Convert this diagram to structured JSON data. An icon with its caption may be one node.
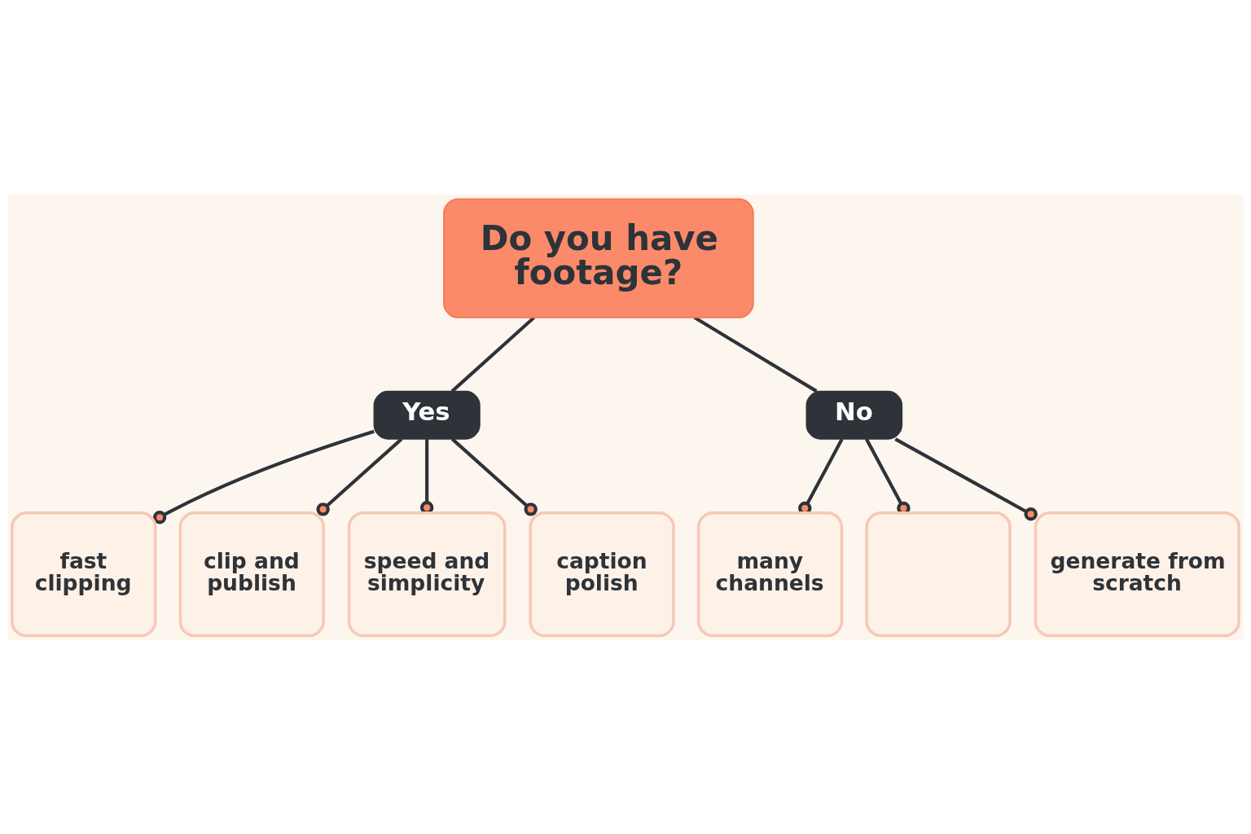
{
  "diagram": {
    "nodes": [
      {
        "text": [
          "Do you have footage?"
        ]
      },
      {
        "text": [
          "Yes"
        ]
      },
      {
        "text": [
          "No"
        ]
      },
      {
        "text": [
          "fast clipping"
        ]
      },
      {
        "text": [
          "clip and publish"
        ]
      },
      {
        "text": [
          "speed and simplicity"
        ]
      },
      {
        "text": [
          "caption polish"
        ]
      },
      {
        "text": [
          "many channels"
        ]
      },
      {
        "text": [],
        "shape": "box"
      },
      {
        "text": [
          "generate from scratch"
        ]
      }
    ],
    "edges": [
      {
        "from": 0,
        "to": 1,
        "arrow": "none"
      },
      {
        "from": 0,
        "to": 2,
        "arrow": "none"
      },
      {
        "from": 1,
        "to": 3,
        "arrow": "other"
      },
      {
        "from": 1,
        "to": 4,
        "arrow": "other"
      },
      {
        "from": 1,
        "to": 5,
        "arrow": "other"
      },
      {
        "from": 1,
        "to": 6,
        "arrow": "other"
      },
      {
        "from": 2,
        "to": 7,
        "arrow": "other"
      },
      {
        "from": 2,
        "to": 8,
        "arrow": "other"
      },
      {
        "from": 2,
        "to": 9,
        "arrow": "other"
      }
    ]
  }
}
